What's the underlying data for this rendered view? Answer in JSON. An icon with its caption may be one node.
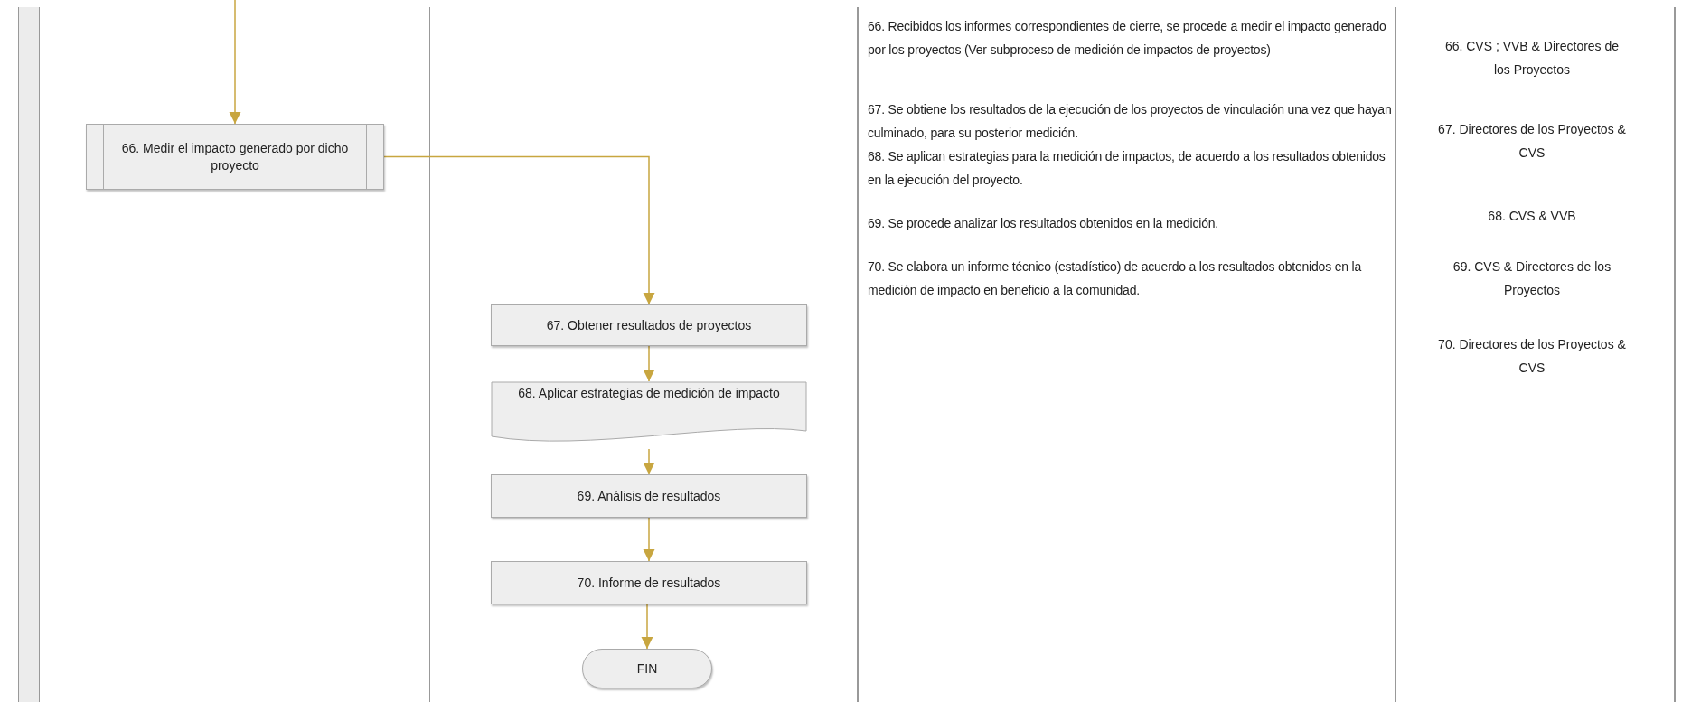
{
  "diagram": {
    "nodes": [
      {
        "text": [
          "66. Medir el impacto generado por dicho proyecto"
        ]
      },
      {
        "text": [
          "67. Obtener resultados de proyectos"
        ]
      },
      {
        "text": [
          "68. Aplicar estrategias de medición de impacto"
        ]
      },
      {
        "text": [
          "69. Análisis de resultados"
        ]
      },
      {
        "text": [
          "70. Informe de resultados"
        ]
      },
      {
        "text": [
          "FIN"
        ]
      }
    ],
    "edges": [
      {
        "from": null,
        "to": 0,
        "arrow": "to"
      },
      {
        "from": 0,
        "to": 1,
        "arrow": "to"
      },
      {
        "from": 1,
        "to": 2,
        "arrow": "to"
      },
      {
        "from": 2,
        "to": 3,
        "arrow": "to"
      },
      {
        "from": 3,
        "to": 4,
        "arrow": "to"
      },
      {
        "from": 4,
        "to": 5,
        "arrow": "to"
      }
    ],
    "labels": [
      "66. Recibidos los informes correspondientes de cierre, se procede a medir el impacto generado por los proyectos (Ver subproceso de medición de impactos de proyectos)",
      "66.  CVS ; VVB & Directores de los Proyectos",
      "67. Se obtiene los resultados de la ejecución de los proyectos de vinculación una vez que hayan culminado, para su posterior medición.",
      "67. Directores de los Proyectos & CVS",
      "68. Se aplican estrategias para la medición de impactos, de acuerdo a los resultados obtenidos en la ejecución del proyecto.",
      "68. CVS & VVB",
      "69. Se procede analizar los resultados obtenidos en la medición.",
      "69. CVS & Directores de los Proyectos",
      "70. Se elabora un informe técnico (estadístico) de acuerdo a los resultados obtenidos en la medición de impacto en beneficio a la comunidad.",
      "70. Directores de los Proyectos & CVS"
    ]
  }
}
